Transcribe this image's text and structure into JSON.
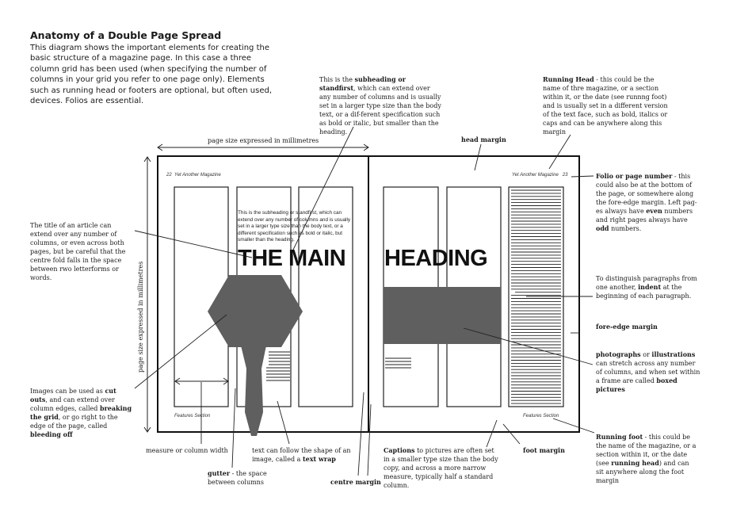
{
  "intro": {
    "title": "Anatomy of a Double Page Spread",
    "body": "This diagram shows the important elements for creating the basic structure of a magazine page.  In this case a three column grid has been used (when specifying the number of columns in your grid you refer to one page only). Elements such as running head or footers are optional, but often used, devices.  Folios are essential."
  },
  "spread": {
    "left_folio": "22",
    "right_folio": "23",
    "magazine_name": "Yet Another Magazine",
    "section_left": "Features Section",
    "section_right": "Features Section",
    "heading_left": "THE MAIN",
    "heading_right": "HEADING",
    "subheading_text": "This is the subheading or standfirst, which can extend over any number of columns and is usually set in a larger type size than the body text, or a different specification such as bold or italic, but smaller than the heading."
  },
  "labels": {
    "page_width": "page size expressed in millimetres",
    "page_height": "page size expressed in millimetres",
    "head_margin": "head margin",
    "measure": "measure or column width",
    "foot_margin": "foot margin",
    "fore_edge_margin": "fore-edge margin",
    "centre_margin": "centre margin"
  },
  "notes": {
    "subheading": {
      "pre": "This is the ",
      "bold": "subheading or standfirst",
      "post": ", which can extend over any number of columns and is usually set in a larger type size than the body text, or a dif-ferent specification such as bold or italic, but smaller than the heading."
    },
    "running_head": {
      "bold": "Running Head",
      "post": " - this could be the name of thre magazine, or a section within it, or the date (see runnng foot) and is usually set in a different version of the text face, such as bold, italics or caps and can be anywhere along this margin"
    },
    "folio": {
      "bold": "Folio or page number",
      "mid1": " - this could also be at the bottom of the page, or somewhere along the fore-edge margin. Left pag-es always have ",
      "bold2": "even",
      "mid2": " numbers and right pages always have ",
      "bold3": "odd",
      "post": " numbers."
    },
    "title_article": "The title of an article can extend over any number of columns, or even across both pages, but be careful that the centre fold falls in the space between rwo letterforms or words.",
    "indent": {
      "pre": "To distinguish paragraphs from one another, ",
      "bold": "indent",
      "post": " at the beginning of each paragraph."
    },
    "photos": {
      "bold1": "photographs",
      "mid1": " or ",
      "bold2": "illustrations",
      "mid2": " can stretch across any number of columns, and when set within a frame are called ",
      "bold3": "boxed pictures"
    },
    "images": {
      "pre": "Images can be used as ",
      "bold1": "cut outs",
      "mid1": ", and can extend over column edges, called ",
      "bold2": "breaking the grid",
      "mid2": ", or go right to the edge of the page, called ",
      "bold3": "bleeding off"
    },
    "gutter": {
      "bold": "gutter",
      "post": " - the space between columns"
    },
    "text_wrap": {
      "pre": "text can follow the shape of an image, called a ",
      "bold": "text wrap"
    },
    "captions": {
      "bold": "Captions",
      "post": " to pictures are often set in a smaller type size than the body copy, and across a more narrow measure, typically half a standard column."
    },
    "running_foot": {
      "bold": "Running foot",
      "mid1": " - this could be the name of the magazine, or a section within it, or the date (see ",
      "bold2": "running head",
      "post": ") and can sit anywhere along the foot margin"
    }
  },
  "colors": {
    "ink": "#1a1a1a",
    "fill": "#5f5f5f"
  }
}
